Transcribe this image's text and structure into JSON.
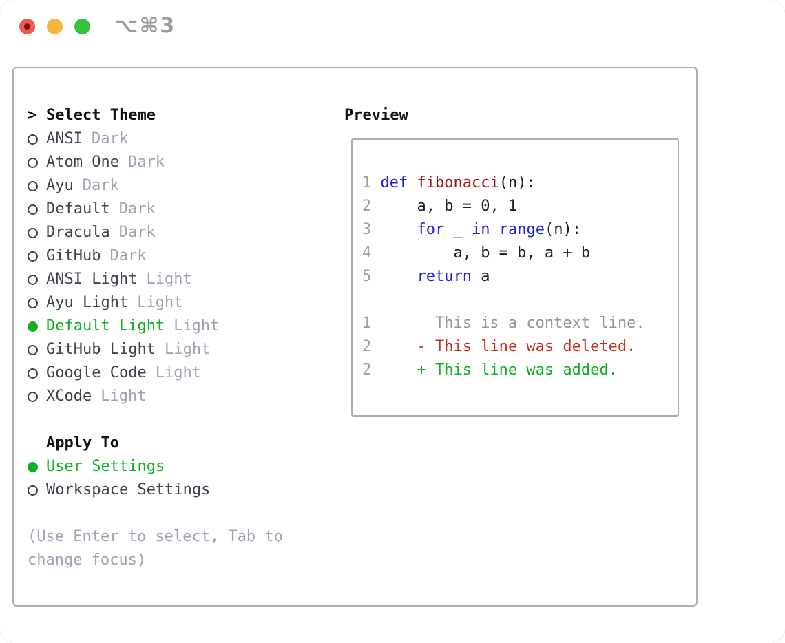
{
  "colors": {
    "green": "#10b121",
    "red": "#c2301f",
    "darkred": "#a31414",
    "blue": "#2323dd",
    "border": "#a9afb9",
    "muted": "#9aa4b2",
    "graynum": "#9aa2ad",
    "grayctx": "#8f969f",
    "text": "#3d434c"
  },
  "window": {
    "title": "⌥⌘3",
    "traffic_lights": [
      "close",
      "minimize",
      "zoom"
    ]
  },
  "theme_picker": {
    "header_prefix": ">",
    "header": "Select Theme",
    "themes": [
      {
        "name": "ANSI",
        "variant": "Dark",
        "selected": false
      },
      {
        "name": "Atom One",
        "variant": "Dark",
        "selected": false
      },
      {
        "name": "Ayu",
        "variant": "Dark",
        "selected": false
      },
      {
        "name": "Default",
        "variant": "Dark",
        "selected": false
      },
      {
        "name": "Dracula",
        "variant": "Dark",
        "selected": false
      },
      {
        "name": "GitHub",
        "variant": "Dark",
        "selected": false
      },
      {
        "name": "ANSI Light",
        "variant": "Light",
        "selected": false
      },
      {
        "name": "Ayu Light",
        "variant": "Light",
        "selected": false
      },
      {
        "name": "Default Light",
        "variant": "Light",
        "selected": true
      },
      {
        "name": "GitHub Light",
        "variant": "Light",
        "selected": false
      },
      {
        "name": "Google Code",
        "variant": "Light",
        "selected": false
      },
      {
        "name": "XCode",
        "variant": "Light",
        "selected": false
      }
    ],
    "apply_to": {
      "header": "Apply To",
      "options": [
        {
          "label": "User Settings",
          "selected": true
        },
        {
          "label": "Workspace Settings",
          "selected": false
        }
      ]
    },
    "hint": "(Use Enter to select, Tab to change focus)"
  },
  "preview": {
    "title": "Preview",
    "lines": [
      [
        {
          "t": "1 ",
          "c": "num"
        },
        {
          "t": "def",
          "c": "kw"
        },
        {
          "t": " ",
          "c": "code"
        },
        {
          "t": "fibonacci",
          "c": "fn"
        },
        {
          "t": "(n):",
          "c": "code"
        }
      ],
      [
        {
          "t": "2 ",
          "c": "num"
        },
        {
          "t": "    a, b = 0, 1",
          "c": "code"
        }
      ],
      [
        {
          "t": "3 ",
          "c": "num"
        },
        {
          "t": "    ",
          "c": "code"
        },
        {
          "t": "for",
          "c": "kw"
        },
        {
          "t": " _ ",
          "c": "code"
        },
        {
          "t": "in",
          "c": "kw"
        },
        {
          "t": " ",
          "c": "code"
        },
        {
          "t": "range",
          "c": "kw"
        },
        {
          "t": "(n):",
          "c": "code"
        }
      ],
      [
        {
          "t": "4 ",
          "c": "num"
        },
        {
          "t": "        a, b = b, a + b",
          "c": "code"
        }
      ],
      [
        {
          "t": "5 ",
          "c": "num"
        },
        {
          "t": "    ",
          "c": "code"
        },
        {
          "t": "return",
          "c": "kw"
        },
        {
          "t": " a",
          "c": "code"
        }
      ],
      [],
      [
        {
          "t": "1",
          "c": "num"
        },
        {
          "t": "       This is a context line.",
          "c": "ctx"
        }
      ],
      [
        {
          "t": "2",
          "c": "num"
        },
        {
          "t": "     - This line was deleted.",
          "c": "del"
        }
      ],
      [
        {
          "t": "2",
          "c": "num"
        },
        {
          "t": "     + This line was added.",
          "c": "add"
        }
      ]
    ]
  }
}
